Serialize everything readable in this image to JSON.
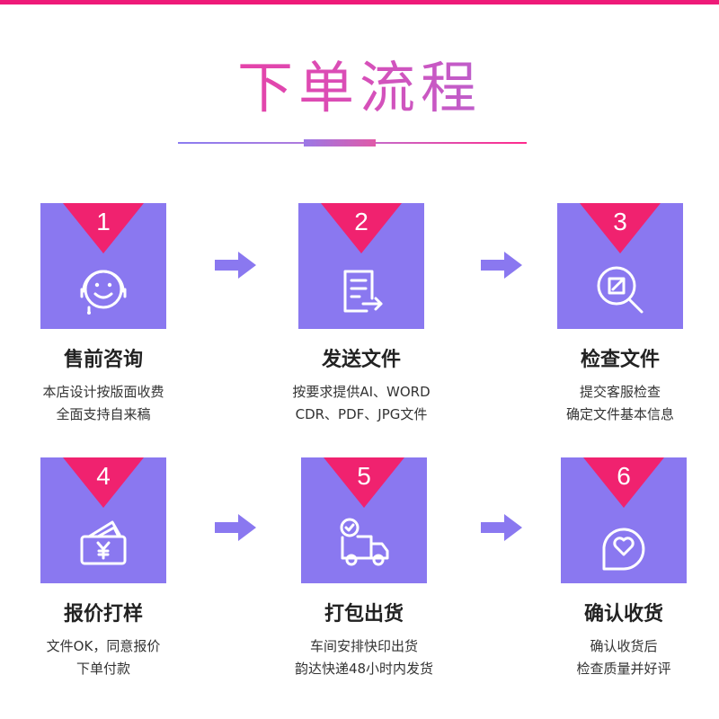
{
  "header": {
    "title": "下单流程",
    "accent_color": "#ee1a78",
    "box_color": "#8a78f0"
  },
  "steps": [
    {
      "number": "1",
      "name": "售前咨询",
      "desc_line1": "本店设计按版面收费",
      "desc_line2": "全面支持自来稿",
      "icon": "smile-headset-icon"
    },
    {
      "number": "2",
      "name": "发送文件",
      "desc_line1": "按要求提供AI、WORD",
      "desc_line2": "CDR、PDF、JPG文件",
      "icon": "document-send-icon"
    },
    {
      "number": "3",
      "name": "检查文件",
      "desc_line1": "提交客服检查",
      "desc_line2": "确定文件基本信息",
      "icon": "search-document-icon"
    },
    {
      "number": "4",
      "name": "报价打样",
      "desc_line1": "文件OK，同意报价",
      "desc_line2": "下单付款",
      "icon": "yen-wallet-icon"
    },
    {
      "number": "5",
      "name": "打包出货",
      "desc_line1": "车间安排快印出货",
      "desc_line2": "韵达快递48小时内发货",
      "icon": "delivery-truck-icon"
    },
    {
      "number": "6",
      "name": "确认收货",
      "desc_line1": "确认收货后",
      "desc_line2": "检查质量并好评",
      "icon": "heart-bubble-icon"
    }
  ]
}
